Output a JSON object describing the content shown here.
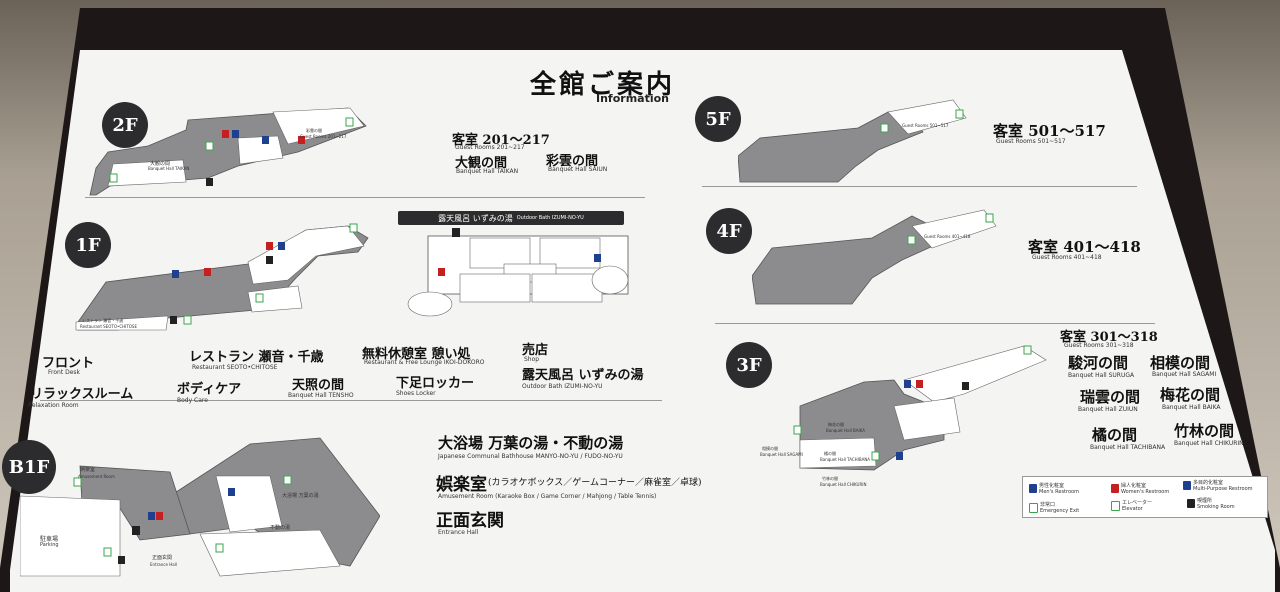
{
  "header": {
    "title_jp": "全館ご案内",
    "title_en": "Information"
  },
  "floors": {
    "f2": {
      "badge": "2F",
      "rooms": "客室 201～217",
      "rooms_en": "Guest Rooms 201~217",
      "hall1": "大観の間",
      "hall1_en": "Banquet Hall TAIKAN",
      "hall2": "彩雲の間",
      "hall2_en": "Banquet Hall SAIUN"
    },
    "f5": {
      "badge": "5F",
      "rooms": "客室 501～517",
      "rooms_en": "Guest Rooms 501~517"
    },
    "f4": {
      "badge": "4F",
      "rooms": "客室 401～418",
      "rooms_en": "Guest Rooms 401~418"
    },
    "f1": {
      "badge": "1F",
      "outdoor_bath_title": "露天風呂 いずみの湯",
      "outdoor_bath_title_en": "Outdoor Bath IZUMI-NO-YU",
      "items": [
        {
          "jp": "フロント",
          "en": "Front Desk"
        },
        {
          "jp": "レストラン 瀬音・千歳",
          "en": "Restaurant SEOTO•CHITOSE"
        },
        {
          "jp": "無料休憩室 憩い処",
          "en": "Restaurant & Free Lounge IKOI-DOKORO"
        },
        {
          "jp": "売店",
          "en": "Shop"
        },
        {
          "jp": "リラックスルーム",
          "en": "Relaxation Room"
        },
        {
          "jp": "ボディケア",
          "en": "Body Care"
        },
        {
          "jp": "天照の間",
          "en": "Banquet Hall TENSHO"
        },
        {
          "jp": "下足ロッカー",
          "en": "Shoes Locker"
        },
        {
          "jp": "露天風呂 いずみの湯",
          "en": "Outdoor Bath IZUMI-NO-YU"
        }
      ],
      "map_labels": [
        "レストラン 瀬音・千歳",
        "Restaurant SEOTO•CHITOSE"
      ]
    },
    "f3": {
      "badge": "3F",
      "rooms": "客室 301～318",
      "rooms_en": "Guest Rooms 301~318",
      "halls": [
        {
          "jp": "駿河の間",
          "en": "Banquet Hall SURUGA"
        },
        {
          "jp": "相模の間",
          "en": "Banquet Hall SAGAMI"
        },
        {
          "jp": "瑞雲の間",
          "en": "Banquet Hall ZUIUN"
        },
        {
          "jp": "梅花の間",
          "en": "Banquet Hall BAIKA"
        },
        {
          "jp": "橘の間",
          "en": "Banquet Hall TACHIBANA"
        },
        {
          "jp": "竹林の間",
          "en": "Banquet Hall CHIKURIN"
        }
      ],
      "map_labels": [
        "梅花の間",
        "Banquet Hall BAIKA",
        "橘の間",
        "Banquet Hall TACHIBANA",
        "竹林の間",
        "Banquet Hall CHIKURIN",
        "相模の間",
        "Banquet Hall SAGAMI"
      ]
    },
    "b1f": {
      "badge": "B1F",
      "items": [
        {
          "jp": "大浴場 万葉の湯・不動の湯",
          "en": "Japanese Communal Bathhouse MANYO-NO-YU / FUDO-NO-YU"
        },
        {
          "jp": "娯楽室",
          "jp_note": "(カラオケボックス／ゲームコーナー／麻雀室／卓球)",
          "en": "Amusement Room (Karaoke Box / Game Corner / Mahjong / Table Tennis)"
        },
        {
          "jp": "正面玄関",
          "en": "Entrance Hall"
        }
      ],
      "map_labels": [
        "駐車場",
        "Parking",
        "娯楽室",
        "Amusement Room",
        "正面玄関",
        "Entrance Hall",
        "大浴場 万葉の湯",
        "不動の湯"
      ]
    }
  },
  "legend": [
    {
      "jp": "男性化粧室",
      "en": "Men's Restroom",
      "icon": "mens-restroom-icon"
    },
    {
      "jp": "婦人化粧室",
      "en": "Women's Restroom",
      "icon": "womens-restroom-icon"
    },
    {
      "jp": "多目的化粧室",
      "en": "Multi-Purpose Restroom",
      "icon": "multipurpose-restroom-icon"
    },
    {
      "jp": "非常口",
      "en": "Emergency Exit",
      "icon": "emergency-exit-icon"
    },
    {
      "jp": "エレベーター",
      "en": "Elevator",
      "icon": "elevator-icon"
    },
    {
      "jp": "喫煙所",
      "en": "Smoking Room",
      "icon": "smoking-icon"
    }
  ],
  "colors": {
    "floor_gray": "#8c8c8e",
    "frame": "#1d1817",
    "board": "#f4f4f2",
    "badge": "#2c2c2e",
    "men_blue": "#1f3f8f",
    "women_red": "#c42020",
    "exit_green": "#3aa64a"
  }
}
